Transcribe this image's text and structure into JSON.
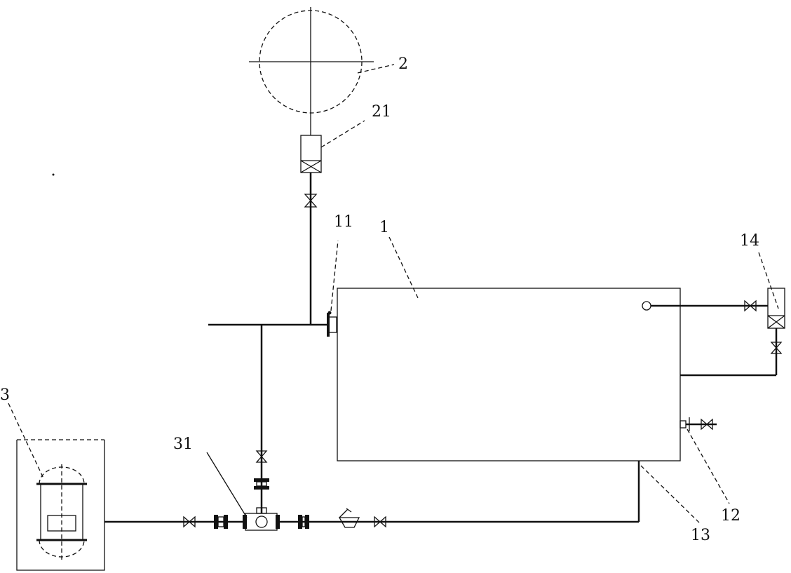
{
  "labels": {
    "tank": "1",
    "sphere": "2",
    "pump_station": "3",
    "tank_inlet_flange": "11",
    "drain_valve": "12",
    "bottom_outlet": "13",
    "level_gauge": "14",
    "sphere_meter": "21",
    "pump": "31"
  },
  "colors": {
    "line": "#111111",
    "background": "#ffffff"
  }
}
